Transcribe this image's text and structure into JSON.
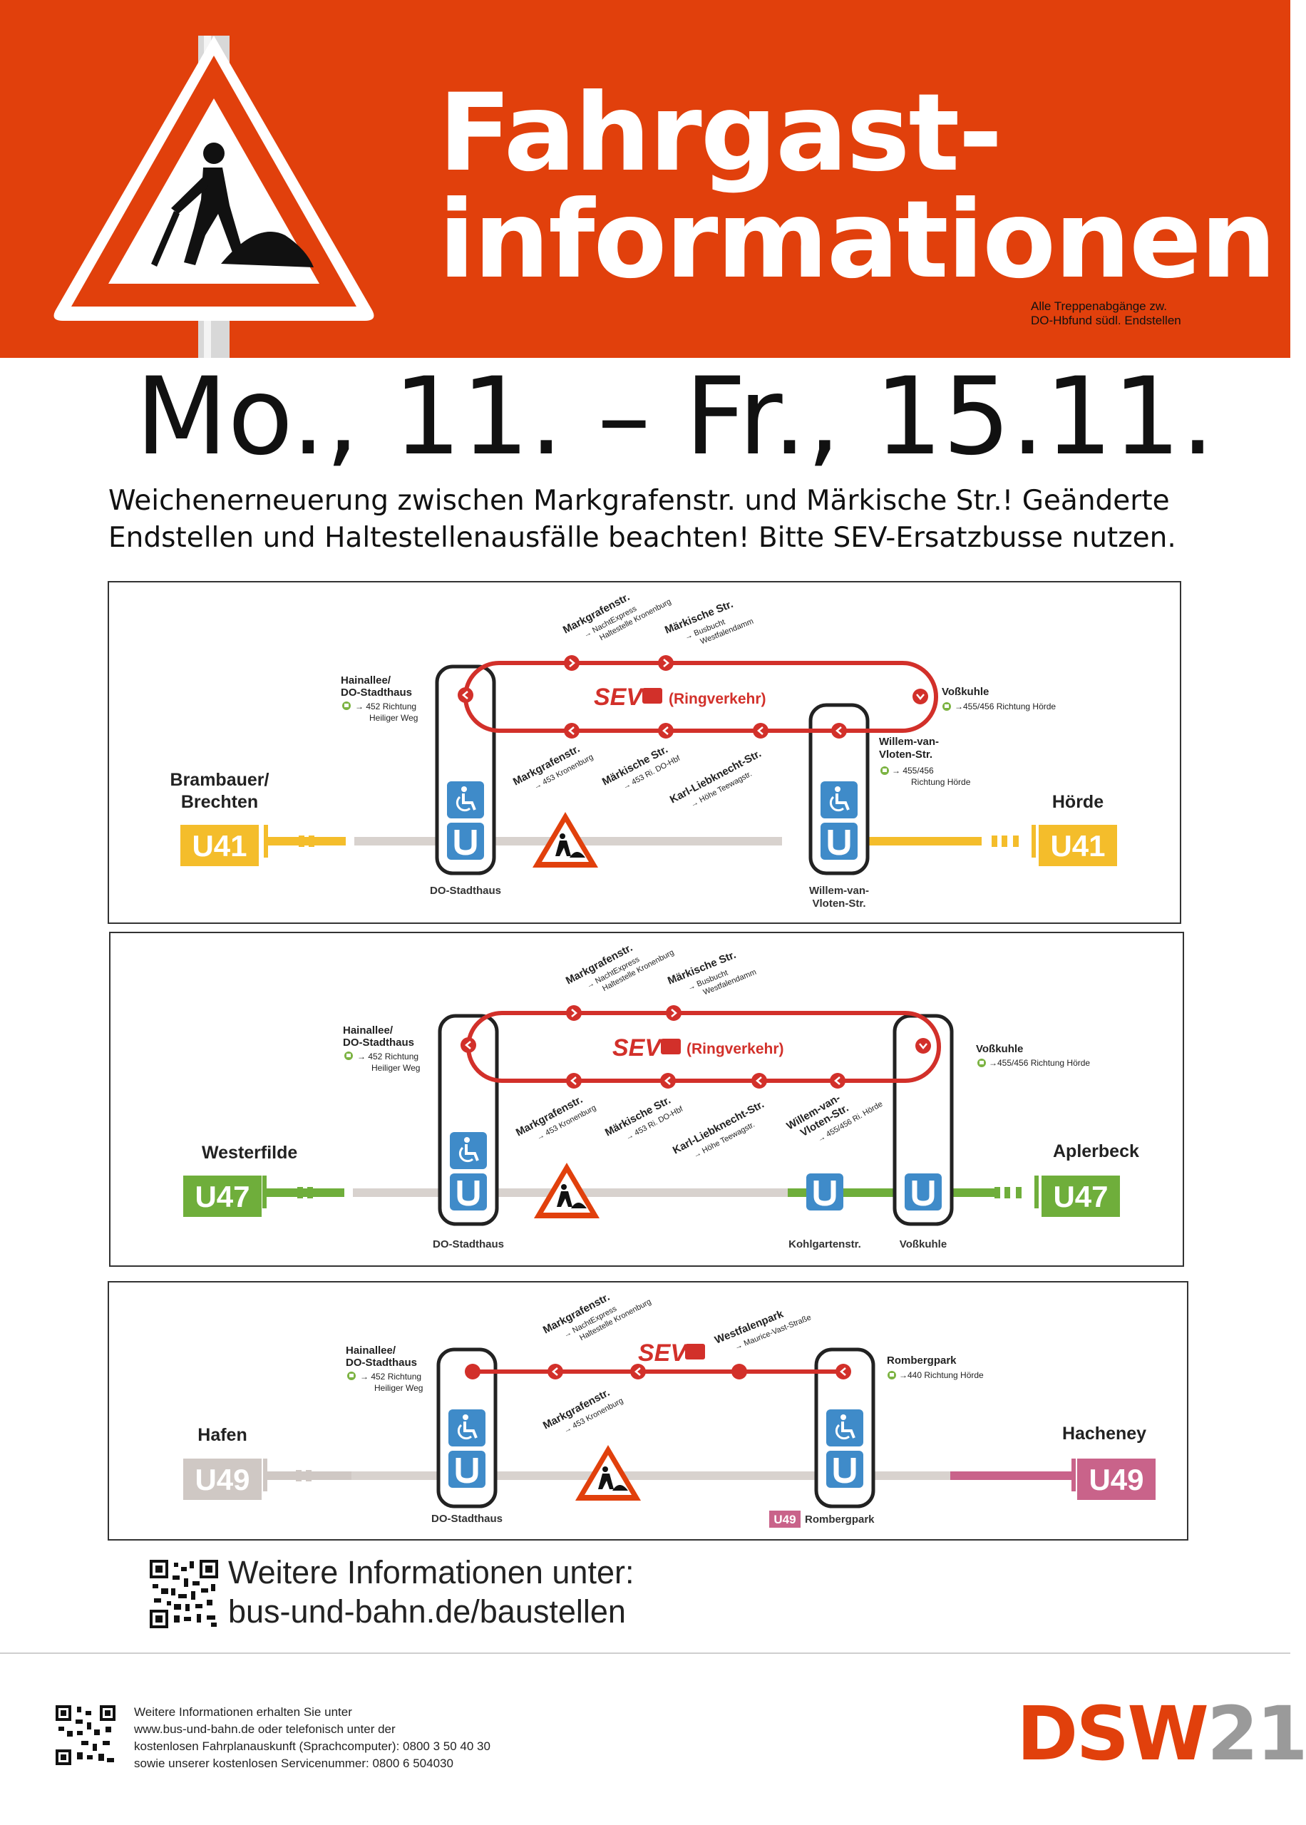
{
  "header": {
    "title_line1": "Fahrgast-",
    "title_line2": "informationen",
    "note": "Alle Treppenabgänge zw. DO-Hbfund südl. Endstellen",
    "icon": "roadworks-warning-sign-icon"
  },
  "date": "Mo., 11. –  Fr., 15.11.",
  "intro": {
    "line1": "Weichenerneuerung zwischen Markgrafenstr. und Märkische Str.! Geänderte",
    "line2": "Endstellen und Haltestellenausfälle  beachten! Bitte SEV-Ersatzbusse nutzen."
  },
  "colors": {
    "orange": "#e1400c",
    "sev_red": "#d2302a",
    "u41": "#f4bd2b",
    "u47": "#6fae3b",
    "u49_gray": "#cfc8c4",
    "u49_pink": "#c9638a",
    "u_blue": "#3f8bc9"
  },
  "sev": {
    "logo": "SEV",
    "ring": "(Ringverkehr)"
  },
  "u41": {
    "line": "U41",
    "left_terminal": "Brambauer/\nBrechten",
    "right_terminal": "Hörde",
    "stop_left": "DO-Stadthaus",
    "stop_right": "Willem-van-\nVloten-Str.",
    "top_stops": [
      {
        "name": "Markgrafenstr.",
        "sub1": "NachtExpress",
        "sub2": "Haltestelle Kronenburg"
      },
      {
        "name": "Märkische Str.",
        "sub1": "Busbucht",
        "sub2": "Westfalendamm"
      }
    ],
    "hainallee": {
      "name": "Hainallee/\nDO-Stadthaus",
      "bus": "452 Richtung",
      "bus2": "Heiliger Weg"
    },
    "vosskuhle": {
      "name": "Voßkuhle",
      "bus": "455/456 Richtung Hörde"
    },
    "bottom_stops": [
      {
        "name": "Markgrafenstr.",
        "sub": "453 Kronenburg"
      },
      {
        "name": "Märkische Str.",
        "sub": "453 Ri. DO-Hbf"
      },
      {
        "name": "Karl-Liebknecht-Str.",
        "sub": "Höhe Teewagstr."
      }
    ],
    "willem": {
      "name": "Willem-van-\nVloten-Str.",
      "bus": "455/456",
      "bus2": "Richtung Hörde"
    }
  },
  "u47": {
    "line": "U47",
    "left_terminal": "Westerfilde",
    "right_terminal": "Aplerbeck",
    "stop_left": "DO-Stadthaus",
    "stop_mid": "Kohlgartenstr.",
    "stop_right": "Voßkuhle",
    "top_stops": [
      {
        "name": "Markgrafenstr.",
        "sub1": "NachtExpress",
        "sub2": "Haltestelle Kronenburg"
      },
      {
        "name": "Märkische Str.",
        "sub1": "Busbucht",
        "sub2": "Westfalendamm"
      }
    ],
    "hainallee": {
      "name": "Hainallee/\nDO-Stadthaus",
      "bus": "452 Richtung",
      "bus2": "Heiliger Weg"
    },
    "vosskuhle": {
      "name": "Voßkuhle",
      "bus": "455/456 Richtung Hörde"
    },
    "bottom_stops": [
      {
        "name": "Markgrafenstr.",
        "sub": "453 Kronenburg"
      },
      {
        "name": "Märkische Str.",
        "sub": "453 Ri. DO-Hbf"
      },
      {
        "name": "Karl-Liebknecht-Str.",
        "sub": "Höhe Teewagstr."
      },
      {
        "name": "Willem-van-\nVloten-Str.",
        "sub": "455/456 Ri. Hörde"
      }
    ]
  },
  "u49": {
    "line": "U49",
    "left_terminal": "Hafen",
    "right_terminal": "Hacheney",
    "stop_left": "DO-Stadthaus",
    "stop_right": "Rombergpark",
    "stop_right_badge": "U49",
    "top_stops": [
      {
        "name": "Markgrafenstr.",
        "sub1": "NachtExpress",
        "sub2": "Haltestelle Kronenburg"
      },
      {
        "name": "Westfalenpark",
        "sub1": "Maurice-Vast-Straße",
        "sub2": ""
      }
    ],
    "hainallee": {
      "name": "Hainallee/\nDO-Stadthaus",
      "bus": "452 Richtung",
      "bus2": "Heiliger Weg"
    },
    "markgrafen_bottom": {
      "name": "Markgrafenstr.",
      "sub": "453 Kronenburg"
    },
    "rombergpark": {
      "name": "Rombergpark",
      "bus": "440 Richtung Hörde"
    }
  },
  "more_info": {
    "line1": "Weitere Informationen unter:",
    "line2": "bus-und-bahn.de/baustellen"
  },
  "footer": {
    "lines": [
      "Weitere Informationen erhalten Sie unter",
      "www.bus-und-bahn.de oder telefonisch unter der",
      "kostenlosen Fahrplanauskunft (Sprachcomputer): 0800 3 50 40 30",
      "sowie unserer kostenlosen Servicenummer: 0800 6 504030"
    ],
    "logo_part1": "DSW",
    "logo_part2": "21"
  }
}
